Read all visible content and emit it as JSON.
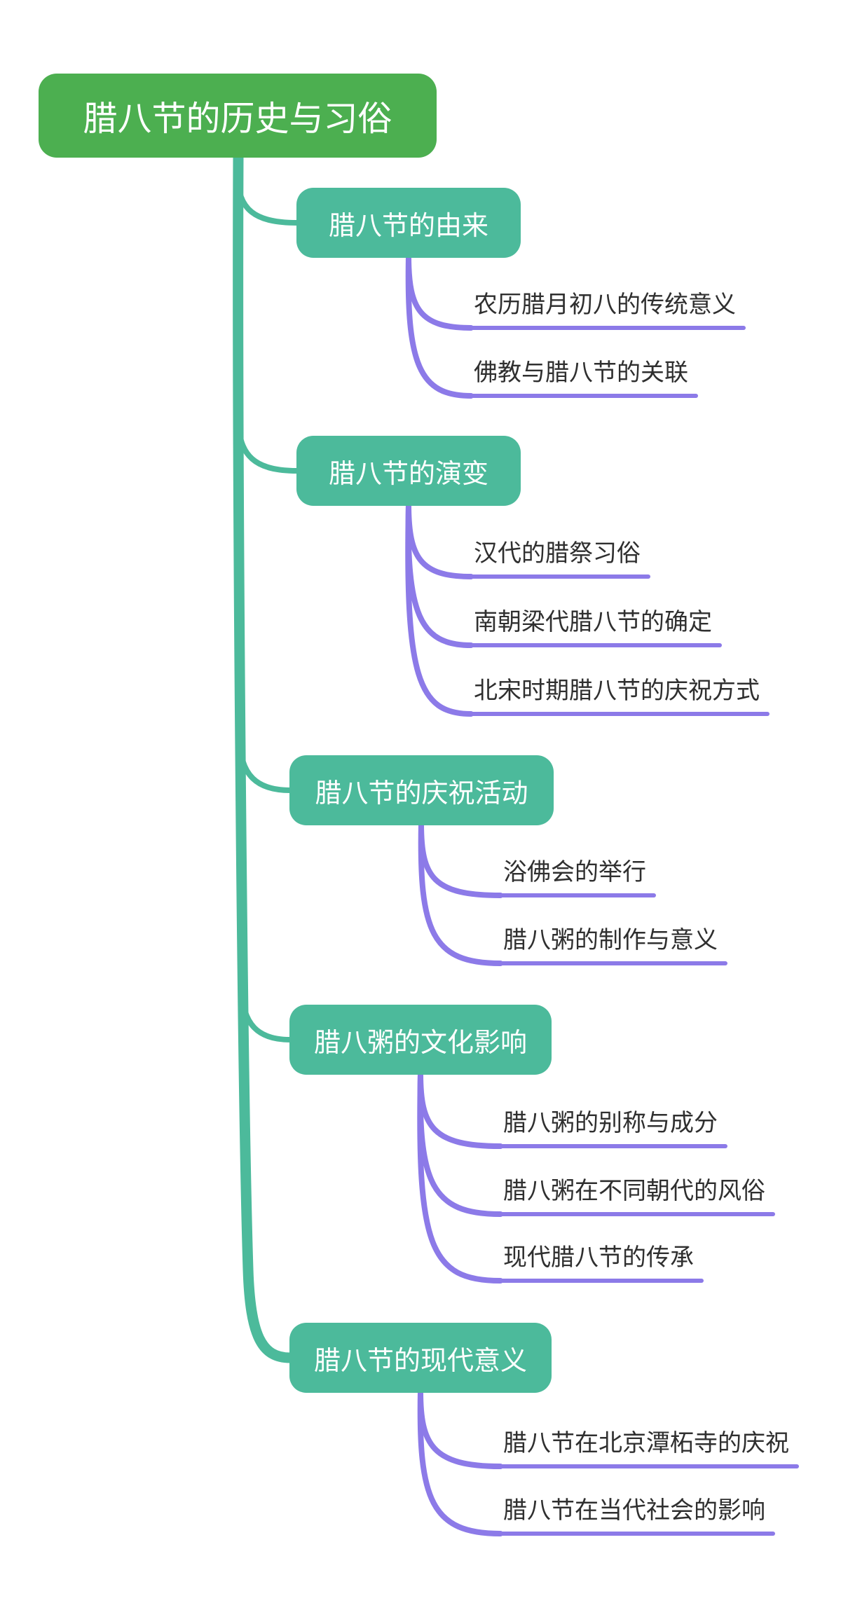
{
  "colors": {
    "root_bg": "#4CAF50",
    "branch_bg": "#4CBA9B",
    "teal": "#4CBA9B",
    "purple": "#8C7AE8",
    "node_text": "#ffffff",
    "child_text": "#2f2f2f",
    "canvas_bg": "#ffffff"
  },
  "root": {
    "label": "腊八节的历史与习俗"
  },
  "branches": [
    {
      "label": "腊八节的由来",
      "children": [
        {
          "label": "农历腊月初八的传统意义"
        },
        {
          "label": "佛教与腊八节的关联"
        }
      ]
    },
    {
      "label": "腊八节的演变",
      "children": [
        {
          "label": "汉代的腊祭习俗"
        },
        {
          "label": "南朝梁代腊八节的确定"
        },
        {
          "label": "北宋时期腊八节的庆祝方式"
        }
      ]
    },
    {
      "label": "腊八节的庆祝活动",
      "children": [
        {
          "label": "浴佛会的举行"
        },
        {
          "label": "腊八粥的制作与意义"
        }
      ]
    },
    {
      "label": "腊八粥的文化影响",
      "children": [
        {
          "label": "腊八粥的别称与成分"
        },
        {
          "label": "腊八粥在不同朝代的风俗"
        },
        {
          "label": "现代腊八节的传承"
        }
      ]
    },
    {
      "label": "腊八节的现代意义",
      "children": [
        {
          "label": "腊八节在北京潭柘寺的庆祝"
        },
        {
          "label": "腊八节在当代社会的影响"
        }
      ]
    }
  ]
}
